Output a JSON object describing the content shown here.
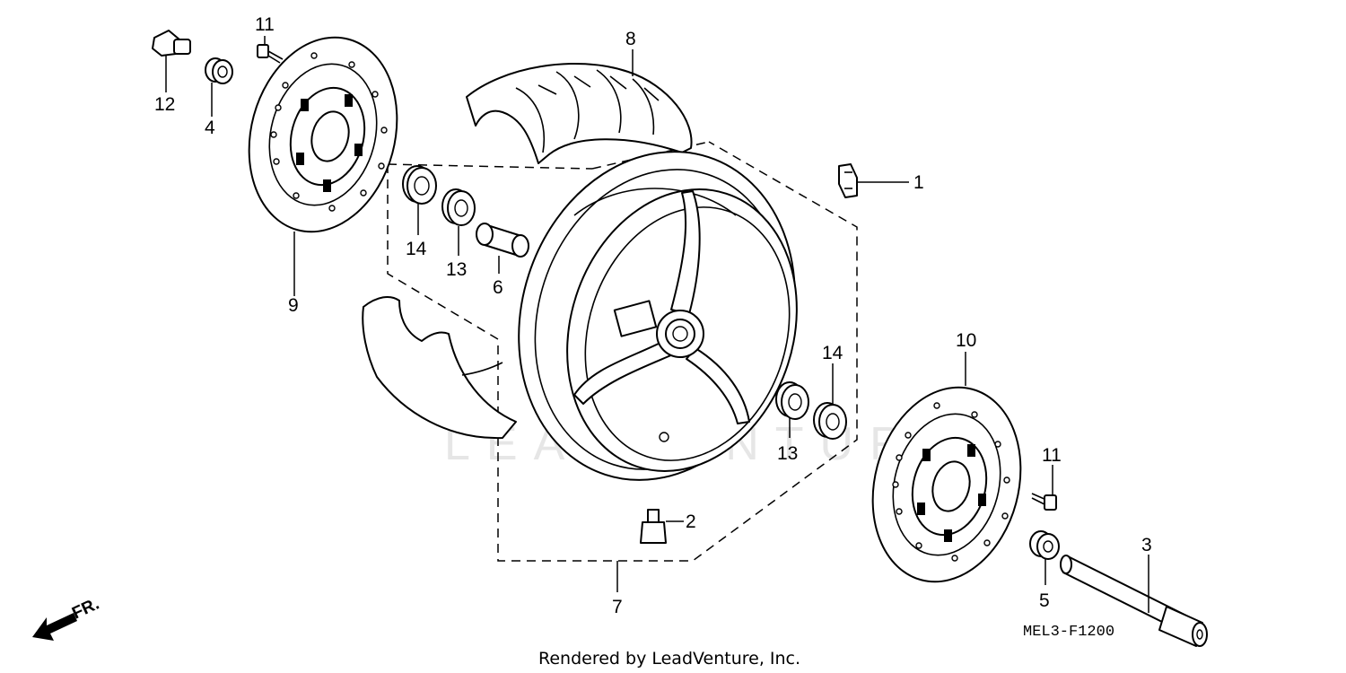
{
  "diagram": {
    "callouts": {
      "c1": "1",
      "c2": "2",
      "c3": "3",
      "c4": "4",
      "c5": "5",
      "c6": "6",
      "c7": "7",
      "c8": "8",
      "c9": "9",
      "c10": "10",
      "c11a": "11",
      "c11b": "11",
      "c12": "12",
      "c13a": "13",
      "c13b": "13",
      "c14a": "14",
      "c14b": "14"
    },
    "diagram_code": "MEL3-F1200",
    "direction_label": "FR.",
    "footer_text": "Rendered by LeadVenture, Inc.",
    "watermark": "LEADVENTURE"
  }
}
